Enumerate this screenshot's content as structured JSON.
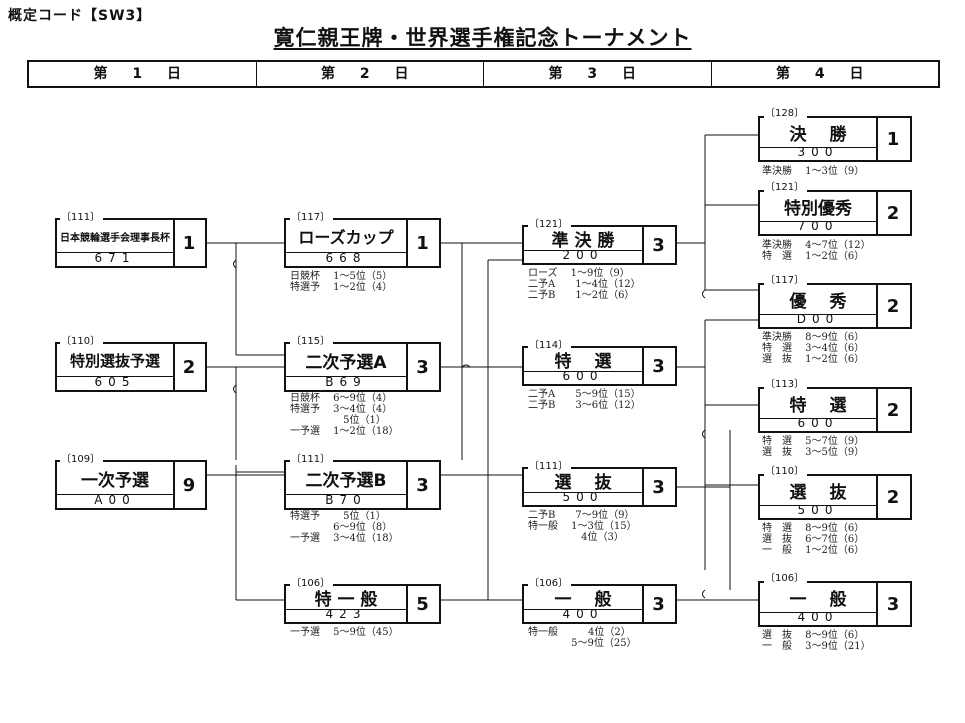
{
  "header": {
    "code": "概定コード【SW3】",
    "title": "寛仁親王牌・世界選手権記念トーナメント",
    "days": [
      "第 1 日",
      "第 2 日",
      "第 3 日",
      "第 4 日"
    ]
  },
  "races": {
    "d1_chairman": {
      "num": "〔111〕",
      "name": "日本競輪選手会理事長杯",
      "points": "671",
      "count": "1"
    },
    "d1_special_sel": {
      "num": "〔110〕",
      "name": "特別選抜予選",
      "points": "605",
      "count": "2"
    },
    "d1_first_pre": {
      "num": "〔109〕",
      "name": "一次予選",
      "points": "A00",
      "count": "9"
    },
    "d2_rose": {
      "num": "〔117〕",
      "name": "ローズカップ",
      "points": "668",
      "count": "1"
    },
    "d2_second_a": {
      "num": "〔115〕",
      "name": "二次予選A",
      "points": "B69",
      "count": "3"
    },
    "d2_second_b": {
      "num": "〔111〕",
      "name": "二次予選B",
      "points": "B70",
      "count": "3"
    },
    "d2_special_gen": {
      "num": "〔106〕",
      "name": "特 一 般",
      "points": "423",
      "count": "5"
    },
    "d3_semifinal": {
      "num": "〔121〕",
      "name": "準 決 勝",
      "points": "200",
      "count": "3"
    },
    "d3_special_sel": {
      "num": "〔114〕",
      "name": "特　 選",
      "points": "600",
      "count": "3"
    },
    "d3_selection": {
      "num": "〔111〕",
      "name": "選　 抜",
      "points": "500",
      "count": "3"
    },
    "d3_general": {
      "num": "〔106〕",
      "name": "一　 般",
      "points": "400",
      "count": "3"
    },
    "d4_final": {
      "num": "〔128〕",
      "name": "決　 勝",
      "points": "300",
      "count": "1"
    },
    "d4_special_excellent": {
      "num": "〔121〕",
      "name": "特別優秀",
      "points": "700",
      "count": "2"
    },
    "d4_excellent": {
      "num": "〔117〕",
      "name": "優　 秀",
      "points": "D00",
      "count": "2"
    },
    "d4_special_sel": {
      "num": "〔113〕",
      "name": "特　 選",
      "points": "600",
      "count": "2"
    },
    "d4_selection": {
      "num": "〔110〕",
      "name": "選　 抜",
      "points": "500",
      "count": "2"
    },
    "d4_general": {
      "num": "〔106〕",
      "name": "一　 般",
      "points": "400",
      "count": "3"
    }
  },
  "notes": {
    "d2_rose": "日競杯　 1～5位（5）\n特選予　 1～2位（4）",
    "d2_second_a": "日競杯　 6～9位（4）\n特選予　 3～4位（4）\n　　　　　 5位（1）\n一予選　 1～2位（18）",
    "d2_second_b": "特選予　　 5位（1）\n　　　　 6～9位（8）\n一予選　 3～4位（18）",
    "d2_special_gen": "一予選　 5～9位（45）",
    "d3_semifinal": "ローズ　 1～9位（9）\n二予A　　1～4位（12）\n二予B　　1～2位（6）",
    "d3_special_sel": "二予A　　5～9位（15）\n二予B　　3～6位（12）",
    "d3_selection": "二予B　　7～9位（9）\n特一般　 1～3位（15）\n　　　　　 4位（3）",
    "d3_general": "特一般　　　4位（2）\n　　　　 5～9位（25）",
    "d4_final": "準決勝　 1～3位（9）",
    "d4_special_excellent": "準決勝　 4～7位（12）\n特　選　 1～2位（6）",
    "d4_excellent": "準決勝　 8～9位（6）\n特　選　 3～4位（6）\n選　抜　 1～2位（6）",
    "d4_special_sel": "特　選　 5～7位（9）\n選　抜　 3～5位（9）",
    "d4_selection": "特　選　 8～9位（6）\n選　抜　 6～7位（6）\n一　般　 1～2位（6）",
    "d4_general": "選　抜　 8～9位（6）\n一　般　 3～9位（21）"
  }
}
